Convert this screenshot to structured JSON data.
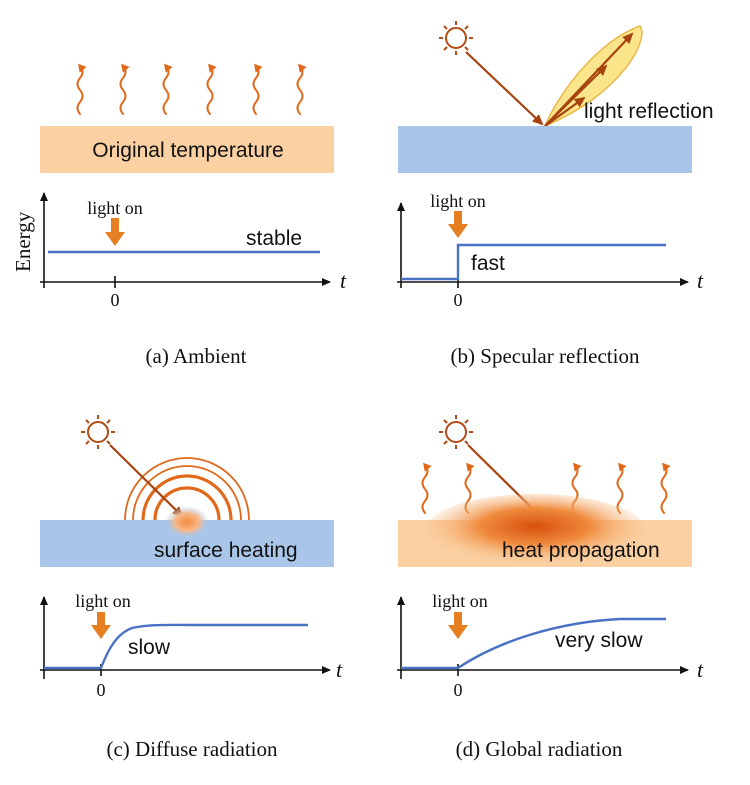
{
  "panels": {
    "a": {
      "caption": "(a) Ambient",
      "surface_label": "Original temperature",
      "light_on": "light on",
      "curve_label": "stable",
      "y_axis": "Energy",
      "x_axis": "t",
      "origin": "0"
    },
    "b": {
      "caption": "(b) Specular reflection",
      "surface_label": "light reflection",
      "light_on": "light on",
      "curve_label": "fast",
      "x_axis": "t",
      "origin": "0"
    },
    "c": {
      "caption": "(c) Diffuse radiation",
      "surface_label": "surface heating",
      "light_on": "light on",
      "curve_label": "slow",
      "x_axis": "t",
      "origin": "0"
    },
    "d": {
      "caption": "(d) Global radiation",
      "surface_label": "heat propagation",
      "light_on": "light on",
      "curve_label": "very slow",
      "x_axis": "t",
      "origin": "0"
    }
  },
  "colors": {
    "warm_surface": "#fbd0a2",
    "cool_surface": "#a9c6e8",
    "curve": "#4a72c4",
    "heat_wave": "#e0691b",
    "light_ray": "#a8430f",
    "light_on_arrow": "#e67e22",
    "reflection_lobe": "#fbe58a"
  }
}
